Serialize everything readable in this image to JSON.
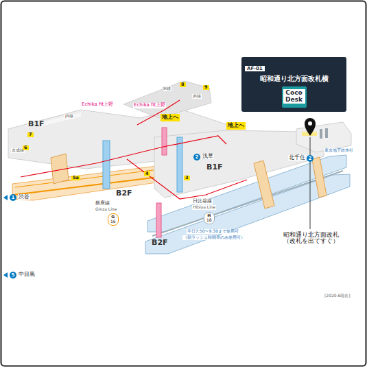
{
  "diagram": {
    "nodes": [
      {
        "text": [
          "AF-01",
          "昭和通り北方面改札横"
        ]
      },
      {
        "text": [
          "Coco Desk"
        ],
        "in": 0
      },
      {
        "text": [
          "G",
          "16"
        ]
      },
      {
        "text": [
          "H",
          "18"
        ]
      }
    ],
    "labels": [
      "B1F",
      "B2F",
      "B1F",
      "B2F",
      "Echika fit上野",
      "Echika fit上野",
      "地上へ",
      "地上へ",
      "2",
      "浅草",
      "1",
      "渋谷",
      "5",
      "中目黒",
      "銀座線",
      "Ginza Line",
      "日比谷線",
      "Hibiya Line",
      "平日7:50〜9:30まで使用可",
      "（朝ラッシュ時間帯のみ使用可）",
      "北千住",
      "2",
      "東京地下鉄本社",
      "JR線",
      "JR線",
      "JR線",
      "京成線",
      "昭和通り北方面改札 （改札を出てすぐ）",
      "[2020.6現在]",
      "7",
      "6",
      "8",
      "9",
      "5a",
      "4",
      "3"
    ]
  }
}
